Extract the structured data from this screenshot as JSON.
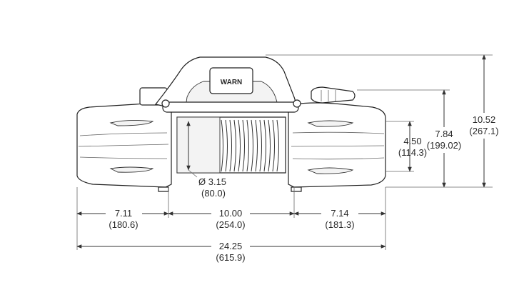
{
  "brand": "WARN",
  "dimensions": {
    "left_width": {
      "in": "7.11",
      "mm": "(180.6)"
    },
    "drum_width": {
      "in": "10.00",
      "mm": "(254.0)"
    },
    "right_width": {
      "in": "7.14",
      "mm": "(181.3)"
    },
    "overall_length": {
      "in": "24.25",
      "mm": "(615.9)"
    },
    "drum_diameter": {
      "in": "Ø 3.15",
      "mm": "(80.0)"
    },
    "mount_height": {
      "in": "4.50",
      "mm": "(114.3)"
    },
    "housing_height": {
      "in": "7.84",
      "mm": "(199.02)"
    },
    "overall_height": {
      "in": "10.52",
      "mm": "(267.1)"
    }
  }
}
